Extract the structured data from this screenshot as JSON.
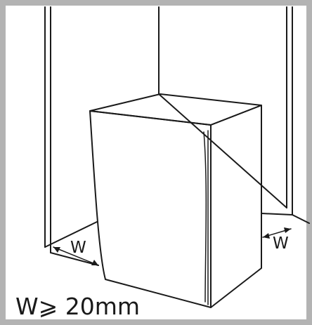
{
  "figure": {
    "frame_color": "#b3b3b3",
    "line_color": "#1a1a1a",
    "background": "#ffffff",
    "left_gap_label": "W",
    "right_gap_label": "W",
    "caption": "W⩾ 20mm"
  }
}
